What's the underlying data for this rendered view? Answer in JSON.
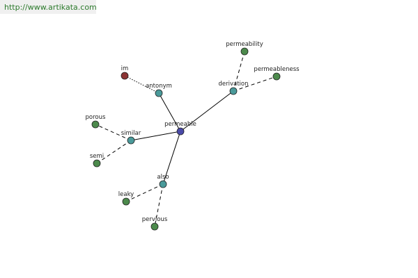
{
  "banner": {
    "url": "http://www.artikata.com"
  },
  "colors": {
    "root": "#4a4aa8",
    "relation": "#4a9a9a",
    "word": "#4c8a4c",
    "antonym_word": "#8c3434",
    "edge": "#000000",
    "node_stroke": "#222222"
  },
  "nodes": [
    {
      "id": "permeable",
      "label": "permeable",
      "kind": "root"
    },
    {
      "id": "antonym",
      "label": "antonym",
      "kind": "relation"
    },
    {
      "id": "derivation",
      "label": "derivation",
      "kind": "relation"
    },
    {
      "id": "similar",
      "label": "similar",
      "kind": "relation"
    },
    {
      "id": "also",
      "label": "also",
      "kind": "relation"
    },
    {
      "id": "im",
      "label": "im",
      "kind": "antonym_word"
    },
    {
      "id": "permeability",
      "label": "permeability",
      "kind": "word"
    },
    {
      "id": "permeableness",
      "label": "permeableness",
      "kind": "word"
    },
    {
      "id": "porous",
      "label": "porous",
      "kind": "word"
    },
    {
      "id": "semi",
      "label": "semi",
      "kind": "word"
    },
    {
      "id": "leaky",
      "label": "leaky",
      "kind": "word"
    },
    {
      "id": "pervious",
      "label": "pervious",
      "kind": "word"
    }
  ],
  "edges": [
    {
      "from": "permeable",
      "to": "antonym",
      "style": "solid"
    },
    {
      "from": "permeable",
      "to": "derivation",
      "style": "solid"
    },
    {
      "from": "permeable",
      "to": "similar",
      "style": "solid"
    },
    {
      "from": "permeable",
      "to": "also",
      "style": "solid"
    },
    {
      "from": "antonym",
      "to": "im",
      "style": "dotted"
    },
    {
      "from": "derivation",
      "to": "permeability",
      "style": "dashed"
    },
    {
      "from": "derivation",
      "to": "permeableness",
      "style": "dashed"
    },
    {
      "from": "similar",
      "to": "porous",
      "style": "dashed"
    },
    {
      "from": "similar",
      "to": "semi",
      "style": "dashed"
    },
    {
      "from": "also",
      "to": "leaky",
      "style": "dashed"
    },
    {
      "from": "also",
      "to": "pervious",
      "style": "dashed"
    }
  ]
}
